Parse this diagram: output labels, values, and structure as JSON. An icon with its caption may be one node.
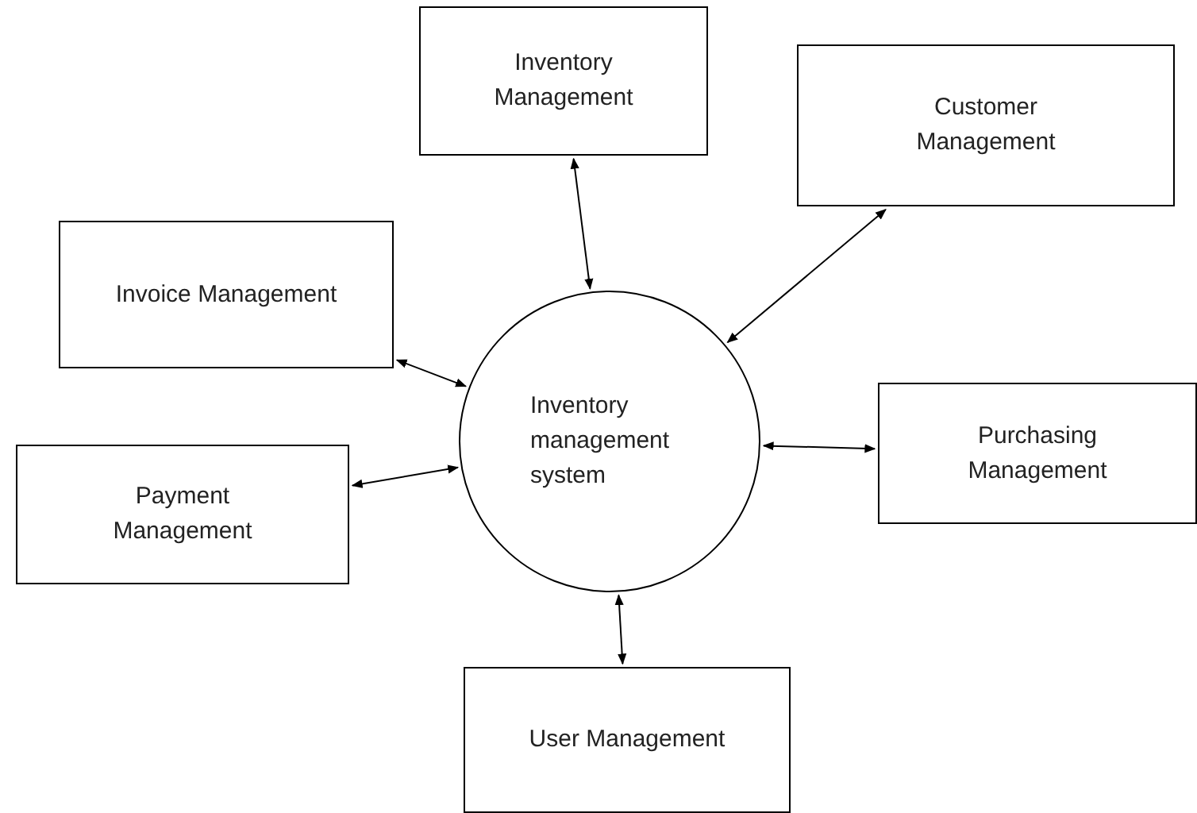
{
  "diagram": {
    "nodes": [
      {
        "text": [
          "Inventory Management"
        ]
      },
      {
        "text": [
          "Customer Management"
        ]
      },
      {
        "text": [
          "Invoice Management"
        ]
      },
      {
        "text": [
          "Inventory management system"
        ]
      },
      {
        "text": [
          "Purchasing Management"
        ]
      },
      {
        "text": [
          "Payment Management"
        ]
      },
      {
        "text": [
          "User Management"
        ]
      }
    ],
    "edges": [
      {
        "from": 3,
        "to": 0,
        "arrow": "both"
      },
      {
        "from": 3,
        "to": 1,
        "arrow": "both"
      },
      {
        "from": 3,
        "to": 2,
        "arrow": "both"
      },
      {
        "from": 3,
        "to": 4,
        "arrow": "both"
      },
      {
        "from": 3,
        "to": 5,
        "arrow": "both"
      },
      {
        "from": 3,
        "to": 6,
        "arrow": "both"
      }
    ]
  }
}
